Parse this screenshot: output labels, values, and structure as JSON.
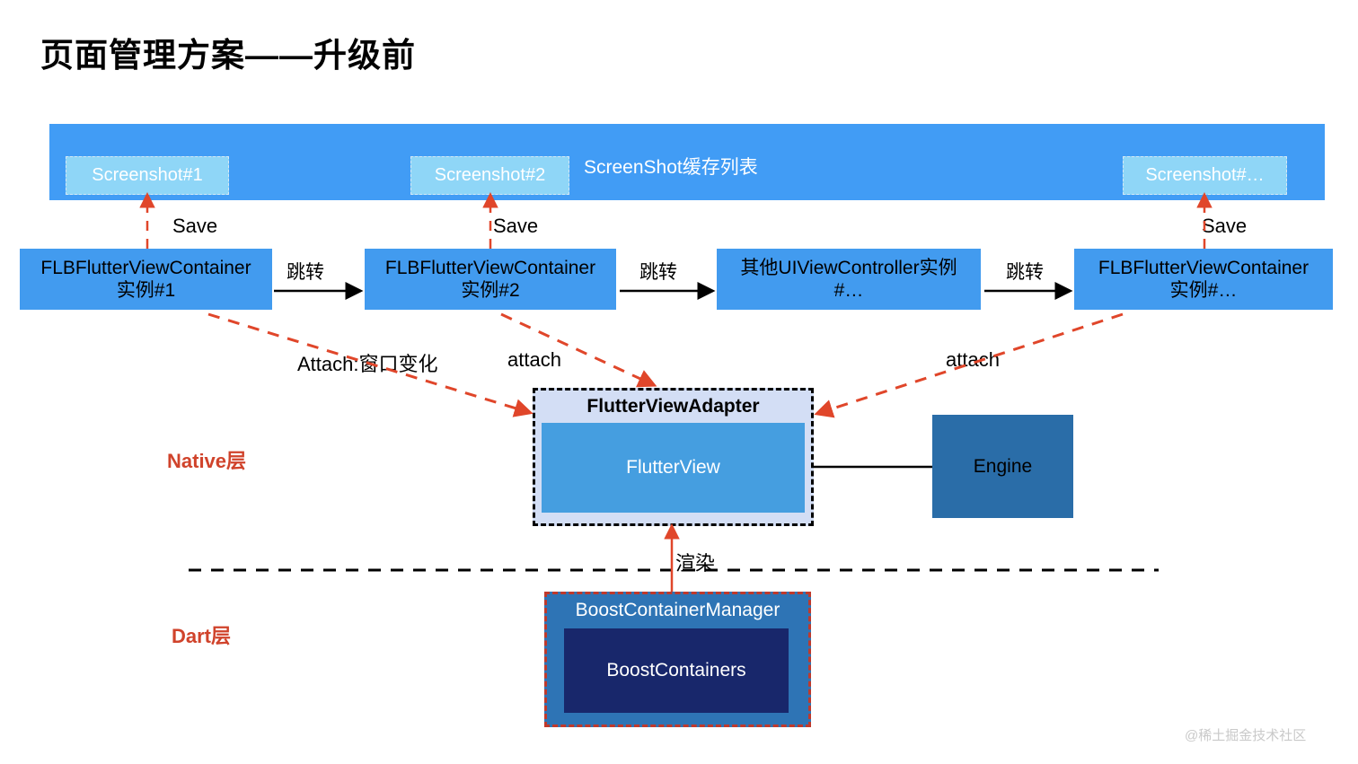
{
  "page": {
    "title": "页面管理方案——升级前",
    "watermark": "@稀土掘金技术社区"
  },
  "cache_bar": {
    "label": "ScreenShot缓存列表",
    "color": "#419CF5",
    "screenshots": [
      {
        "label": "Screenshot#1"
      },
      {
        "label": "Screenshot#2"
      },
      {
        "label": "Screenshot#…"
      }
    ]
  },
  "containers": [
    {
      "line1": "FLBFlutterViewContainer",
      "line2": "实例#1"
    },
    {
      "line1": "FLBFlutterViewContainer",
      "line2": "实例#2"
    },
    {
      "line1": "其他UIViewController实例",
      "line2": "#…"
    },
    {
      "line1": "FLBFlutterViewContainer",
      "line2": "实例#…"
    }
  ],
  "edges": {
    "save_labels": [
      "Save",
      "Save",
      "Save"
    ],
    "jump_labels": [
      "跳转",
      "跳转",
      "跳转"
    ],
    "attach_window": "Attach:窗口变化",
    "attach_mid": "attach",
    "attach_right": "attach",
    "render": "渲染"
  },
  "layers": {
    "native": "Native层",
    "dart": "Dart层",
    "label_color": "#D0432B"
  },
  "adapter": {
    "title": "FlutterViewAdapter",
    "child": "FlutterView",
    "fill": "#D3DEF5",
    "child_fill": "#459EE0"
  },
  "engine": {
    "label": "Engine",
    "fill": "#2A6DA8"
  },
  "boost": {
    "title": "BoostContainerManager",
    "child": "BoostContainers",
    "fill": "#2E74B5",
    "child_fill": "#18276B",
    "border_color": "#C0392B"
  }
}
